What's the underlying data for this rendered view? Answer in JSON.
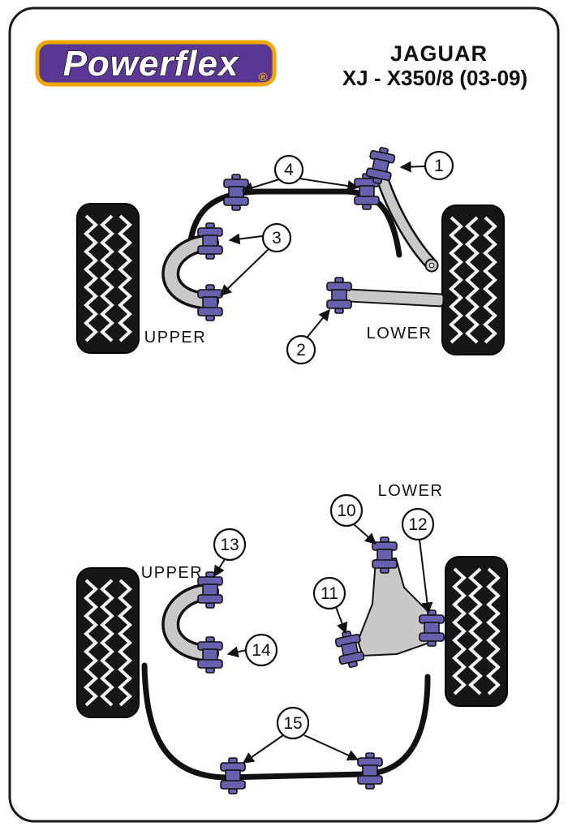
{
  "logo": {
    "brand": "Powerflex",
    "registered": "®"
  },
  "header": {
    "make": "JAGUAR",
    "model": "XJ - X350/8 (03-09)"
  },
  "labels": {
    "front_upper": "UPPER",
    "front_lower": "LOWER",
    "rear_lower": "LOWER",
    "rear_upper": "UPPER"
  },
  "callouts": {
    "c1": "1",
    "c2": "2",
    "c3": "3",
    "c4": "4",
    "c10": "10",
    "c11": "11",
    "c12": "12",
    "c13": "13",
    "c14": "14",
    "c15": "15"
  },
  "colors": {
    "bushing_purple": "#6761ad",
    "arm_gray": "#c9c9c9",
    "logo_purple": "#5a3794",
    "logo_gold": "#f0a500"
  }
}
